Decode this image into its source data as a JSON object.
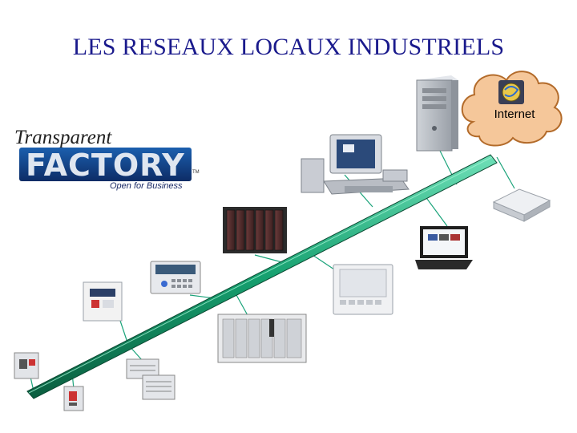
{
  "title": "LES RESEAUX LOCAUX INDUSTRIELS",
  "logo": {
    "line1": "Transparent",
    "line2": "FACTORY",
    "tm": "TM",
    "tagline": "Open for Business"
  },
  "internet_label": "Internet",
  "colors": {
    "title": "#1a1a8c",
    "bus": "#1aa37a",
    "drop_lines": "#1aa37a",
    "cloud_fill": "#f5c79a",
    "cloud_stroke": "#b36b2a"
  },
  "devices": [
    {
      "name": "server-tower-icon"
    },
    {
      "name": "desktop-workstation-icon"
    },
    {
      "name": "network-router-icon"
    },
    {
      "name": "laptop-icon"
    },
    {
      "name": "plc-rack-icon"
    },
    {
      "name": "hmi-terminal-icon"
    },
    {
      "name": "operator-panel-icon"
    },
    {
      "name": "variable-drive-icon"
    },
    {
      "name": "modular-plc-icon"
    },
    {
      "name": "io-module-icon"
    },
    {
      "name": "contactor-icon"
    },
    {
      "name": "motor-starter-icon"
    }
  ]
}
